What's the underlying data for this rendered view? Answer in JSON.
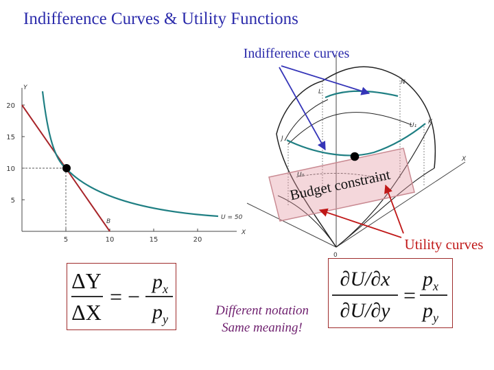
{
  "title": "Indifference Curves & Utility Functions",
  "graph2d": {
    "axis_y": "Y",
    "axis_x": "X",
    "y_ticks": [
      "20",
      "15",
      "10",
      "5"
    ],
    "x_ticks": [
      "5",
      "10",
      "15",
      "20"
    ],
    "curve_label": "U = 50",
    "budget_label": "B"
  },
  "graph3d": {
    "indifference_label": "Indifference curves",
    "budget_label": "Budget constraint",
    "utility_label": "Utility curves",
    "point_L": "L",
    "point_N": "N",
    "point_J": "J",
    "point_K": "K",
    "label_U1": "U₁",
    "label_U0": "U₀",
    "axis_x": "X",
    "origin": "0"
  },
  "formula_left": {
    "num": "ΔY",
    "den": "ΔX",
    "op": "= −",
    "rnum": "p",
    "rnum_sub": "x",
    "rden": "p",
    "rden_sub": "y"
  },
  "formula_right": {
    "num": "∂U/∂x",
    "den": "∂U/∂y",
    "op": "=",
    "rnum": "p",
    "rnum_sub": "x",
    "rden": "p",
    "rden_sub": "y"
  },
  "note": {
    "line1": "Different notation",
    "line2": "Same meaning!"
  },
  "colors": {
    "title": "#2b2bab",
    "teal": "#1f7f83",
    "budget": "#a8252a",
    "arrow_blue": "#3535b8",
    "arrow_red": "#c01818",
    "box": "#9e2a2a"
  }
}
